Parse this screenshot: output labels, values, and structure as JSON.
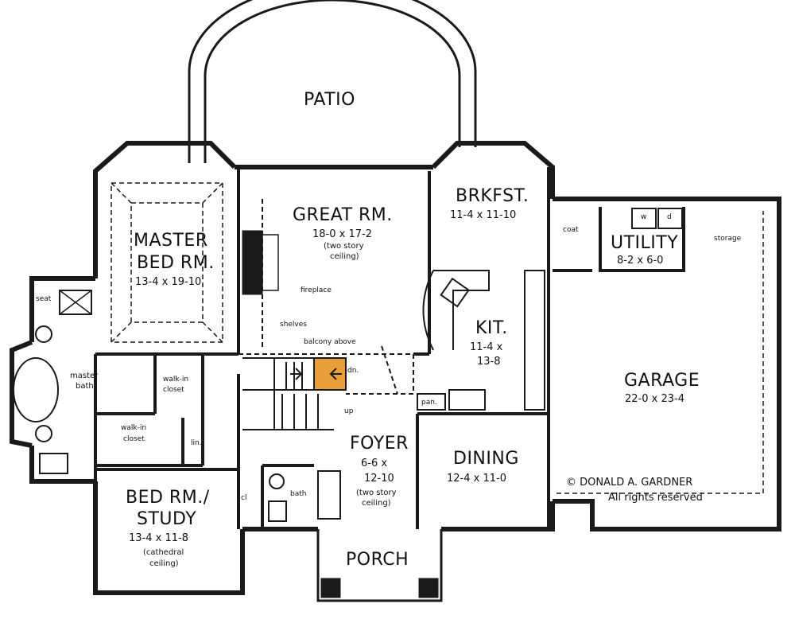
{
  "rooms": {
    "patio": "PATIO",
    "great_room": {
      "name": "GREAT RM.",
      "dims": "18-0 x 17-2",
      "note1": "(two story",
      "note2": "ceiling)"
    },
    "breakfast": {
      "name": "BRKFST.",
      "dims": "11-4 x 11-10"
    },
    "master_bed": {
      "name1": "MASTER",
      "name2": "BED RM.",
      "dims": "13-4 x 19-10"
    },
    "utility": {
      "name": "UTILITY",
      "dims": "8-2 x 6-0"
    },
    "kitchen": {
      "name": "KIT.",
      "dims1": "11-4 x",
      "dims2": "13-8"
    },
    "garage": {
      "name": "GARAGE",
      "dims": "22-0 x 23-4"
    },
    "foyer": {
      "name": "FOYER",
      "dims1": "6-6 x",
      "dims2": "12-10",
      "note1": "(two story",
      "note2": "ceiling)"
    },
    "dining": {
      "name": "DINING",
      "dims": "12-4 x 11-0"
    },
    "bedroom_study": {
      "name1": "BED RM./",
      "name2": "STUDY",
      "dims": "13-4 x 11-8",
      "note1": "(cathedral",
      "note2": "ceiling)"
    },
    "porch": "PORCH"
  },
  "labels": {
    "seat": "seat",
    "master_bath": "master",
    "master_bath2": "bath",
    "walk_in_closet_1a": "walk-in",
    "walk_in_closet_1b": "closet",
    "walk_in_closet_2a": "walk-in",
    "walk_in_closet_2b": "closet",
    "linen": "lin.",
    "closet": "cl",
    "bath": "bath",
    "fireplace": "fireplace",
    "shelves": "shelves",
    "balcony": "balcony above",
    "down": "dn.",
    "up": "up",
    "pantry": "pan.",
    "coat": "coat",
    "storage": "storage",
    "washer": "w",
    "dryer": "d"
  },
  "copyright": {
    "line1": "©  DONALD A. GARDNER",
    "line2": "All rights reserved"
  },
  "colors": {
    "wall": "#1a1a1a",
    "stair_highlight": "#e8a13a",
    "background": "#ffffff"
  }
}
